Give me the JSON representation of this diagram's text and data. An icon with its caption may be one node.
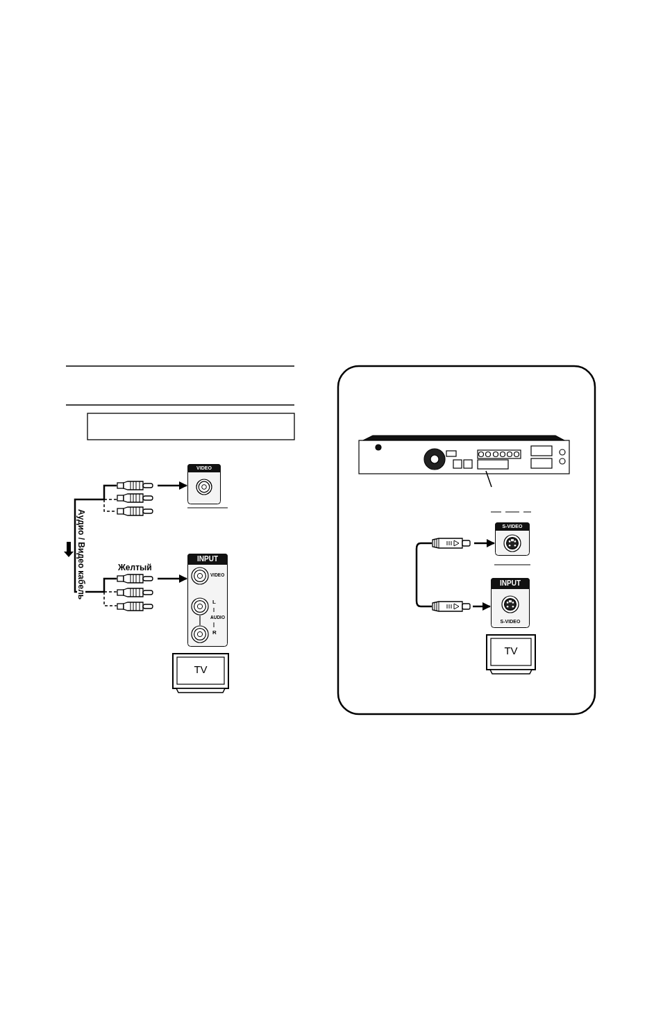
{
  "diagram": {
    "nodes": [
      {
        "text": [
          "VIDEO"
        ]
      },
      {
        "text": [],
        "shape": "plug"
      },
      {
        "text": [
          "INPUT",
          "VIDEO",
          "L",
          "AUDIO",
          "R"
        ]
      },
      {
        "text": [],
        "shape": "plug",
        "beside": [
          "Желтый"
        ]
      },
      {
        "text": [
          "TV"
        ]
      },
      {
        "text": [],
        "shape": "picture"
      },
      {
        "text": [
          "S-VIDEO"
        ]
      },
      {
        "text": [],
        "shape": "plug"
      },
      {
        "text": [],
        "shape": "plug"
      },
      {
        "text": [
          "INPUT",
          "S-VIDEO"
        ]
      },
      {
        "text": [
          "TV"
        ]
      }
    ],
    "edges": [
      {
        "from": 1,
        "to": 0,
        "arrow": "to"
      },
      {
        "from": 1,
        "to": 3,
        "arrow": "none",
        "label": "Аудио / Видео кабель"
      },
      {
        "from": 3,
        "to": 2,
        "arrow": "to"
      },
      {
        "from": 7,
        "to": 6,
        "arrow": "to"
      },
      {
        "from": 7,
        "to": 8,
        "arrow": "none"
      },
      {
        "from": 8,
        "to": 9,
        "arrow": "to"
      }
    ]
  }
}
